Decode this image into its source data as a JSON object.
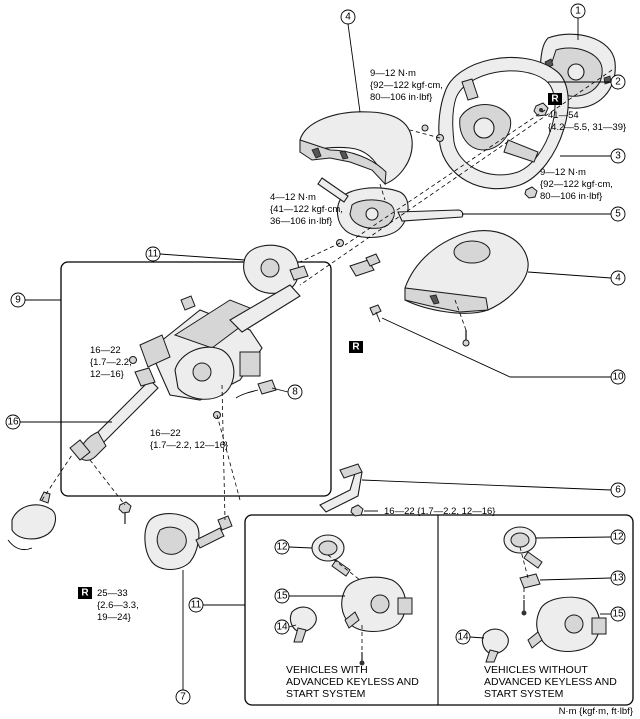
{
  "callouts": [
    "1",
    "2",
    "3",
    "4",
    "4",
    "5",
    "6",
    "7",
    "8",
    "9",
    "10",
    "11",
    "11",
    "12",
    "12",
    "13",
    "14",
    "14",
    "15",
    "15",
    "16"
  ],
  "torque": {
    "t1": [
      "9—12 N·m",
      "{92—122 kgf·cm,",
      "80—106 in·lbf}"
    ],
    "t2": [
      "41—54",
      "{4.2—5.5, 31—39}"
    ],
    "t3": [
      "9—12 N·m",
      "{92—122 kgf·cm,",
      "80—106 in·lbf}"
    ],
    "t4": [
      "4—12 N·m",
      "{41—122 kgf·cm,",
      "36—106 in·lbf}"
    ],
    "t5": [
      "16—22",
      "{1.7—2.2,",
      "12—16}"
    ],
    "t6": [
      "16—22",
      "{1.7—2.2, 12—16}"
    ],
    "t7": "16—22 {1.7—2.2, 12—16}",
    "t8": [
      "25—33",
      "{2.6—3.3,",
      "19—24}"
    ]
  },
  "replace_mark": "R",
  "variants": {
    "with": [
      "VEHICLES WITH",
      "ADVANCED KEYLESS AND",
      "START SYSTEM"
    ],
    "without": [
      "VEHICLES WITHOUT",
      "ADVANCED KEYLESS AND",
      "START SYSTEM"
    ]
  },
  "units": "N·m {kgf·m, ft·lbf}"
}
